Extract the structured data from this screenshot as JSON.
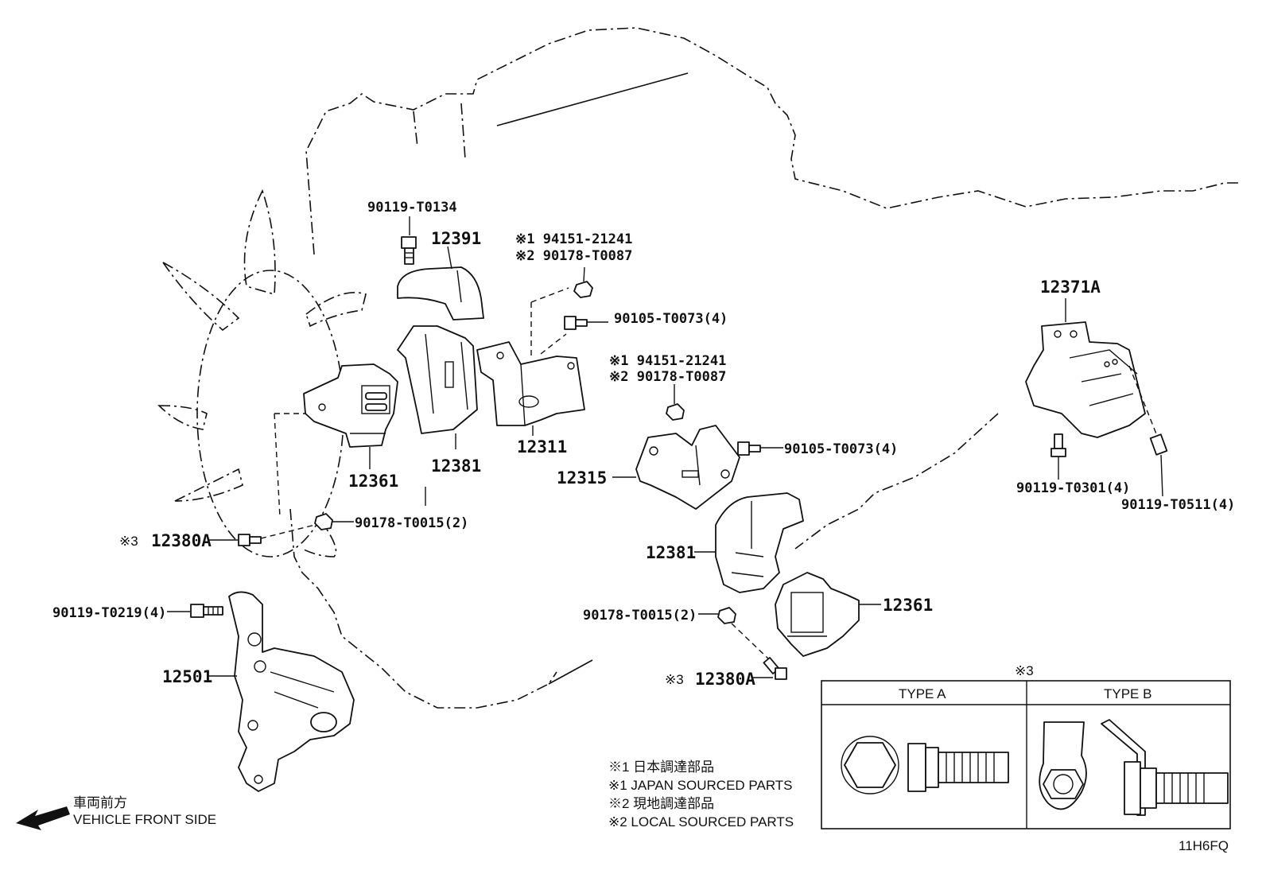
{
  "labels": {
    "p90119_T0134": "90119-T0134",
    "p12391": "12391",
    "p94151_top_a": "※1 94151-21241",
    "p90178_T0087_a": "※2 90178-T0087",
    "p90105_T0073_a": "90105-T0073(4)",
    "p12311": "12311",
    "p12381_a": "12381",
    "p12361_a": "12361",
    "p94151_b": "※1 94151-21241",
    "p90178_T0087_b": "※2 90178-T0087",
    "p90105_T0073_b": "90105-T0073(4)",
    "p12315": "12315",
    "p90178_T0015_a": "90178-T0015(2)",
    "p12380A_a": "12380A",
    "p12380A_a_mark": "※3",
    "p90119_T0219": "90119-T0219(4)",
    "p12501": "12501",
    "p12381_b": "12381",
    "p90178_T0015_b": "90178-T0015(2)",
    "p12361_b": "12361",
    "p12380A_b": "12380A",
    "p12380A_b_mark": "※3",
    "p12371A": "12371A",
    "p90119_T0301": "90119-T0301(4)",
    "p90119_T0511": "90119-T0511(4)"
  },
  "type_box": {
    "heading": "※3",
    "type_a": "TYPE A",
    "type_b": "TYPE B"
  },
  "notes": [
    "※1 日本調達部品",
    "※1 JAPAN SOURCED PARTS",
    "※2 現地調達部品",
    "※2 LOCAL SOURCED PARTS"
  ],
  "direction": {
    "jp": "車両前方",
    "en": "VEHICLE FRONT SIDE"
  },
  "diagram_code": "11H6FQ"
}
